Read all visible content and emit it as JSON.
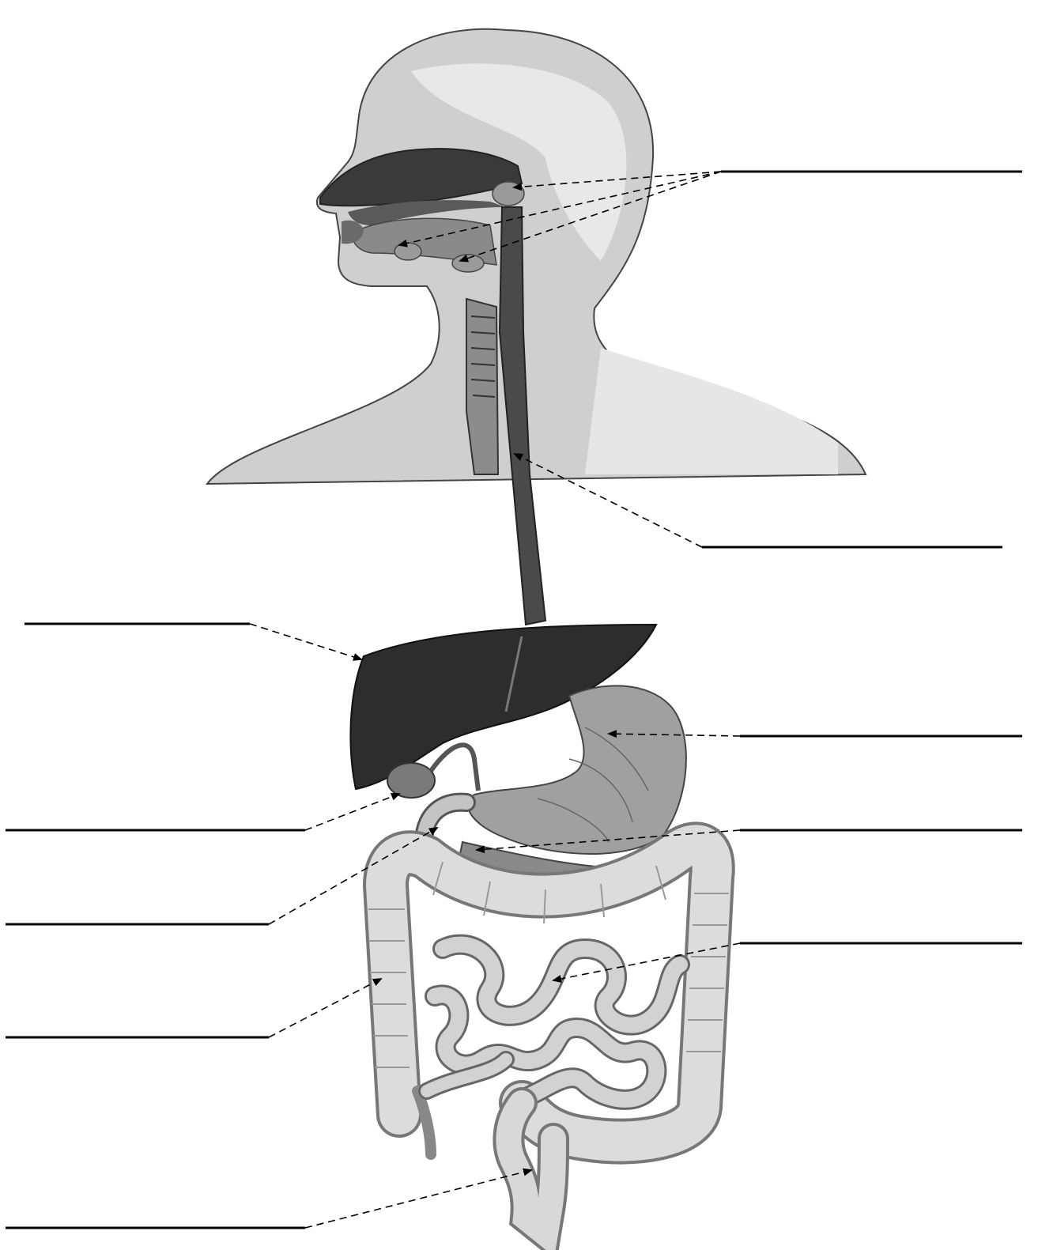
{
  "diagram": {
    "kind": "blank-label worksheet",
    "colors": {
      "background": "#ffffff",
      "ink": "#000000",
      "skin": "#c9c9c9",
      "skin_light": "#e4e4e4",
      "organ_dark": "#2a2a2a",
      "organ_mid": "#6f6f6f",
      "organ_light": "#b8b8b8",
      "intestine": "#d6d6d6"
    },
    "labels": [
      {
        "id": "salivary-glands",
        "text": ""
      },
      {
        "id": "esophagus",
        "text": ""
      },
      {
        "id": "liver",
        "text": ""
      },
      {
        "id": "stomach",
        "text": ""
      },
      {
        "id": "gallbladder",
        "text": ""
      },
      {
        "id": "pancreas",
        "text": ""
      },
      {
        "id": "duodenum",
        "text": ""
      },
      {
        "id": "small-intestine",
        "text": ""
      },
      {
        "id": "large-intestine",
        "text": ""
      },
      {
        "id": "rectum",
        "text": ""
      }
    ]
  }
}
